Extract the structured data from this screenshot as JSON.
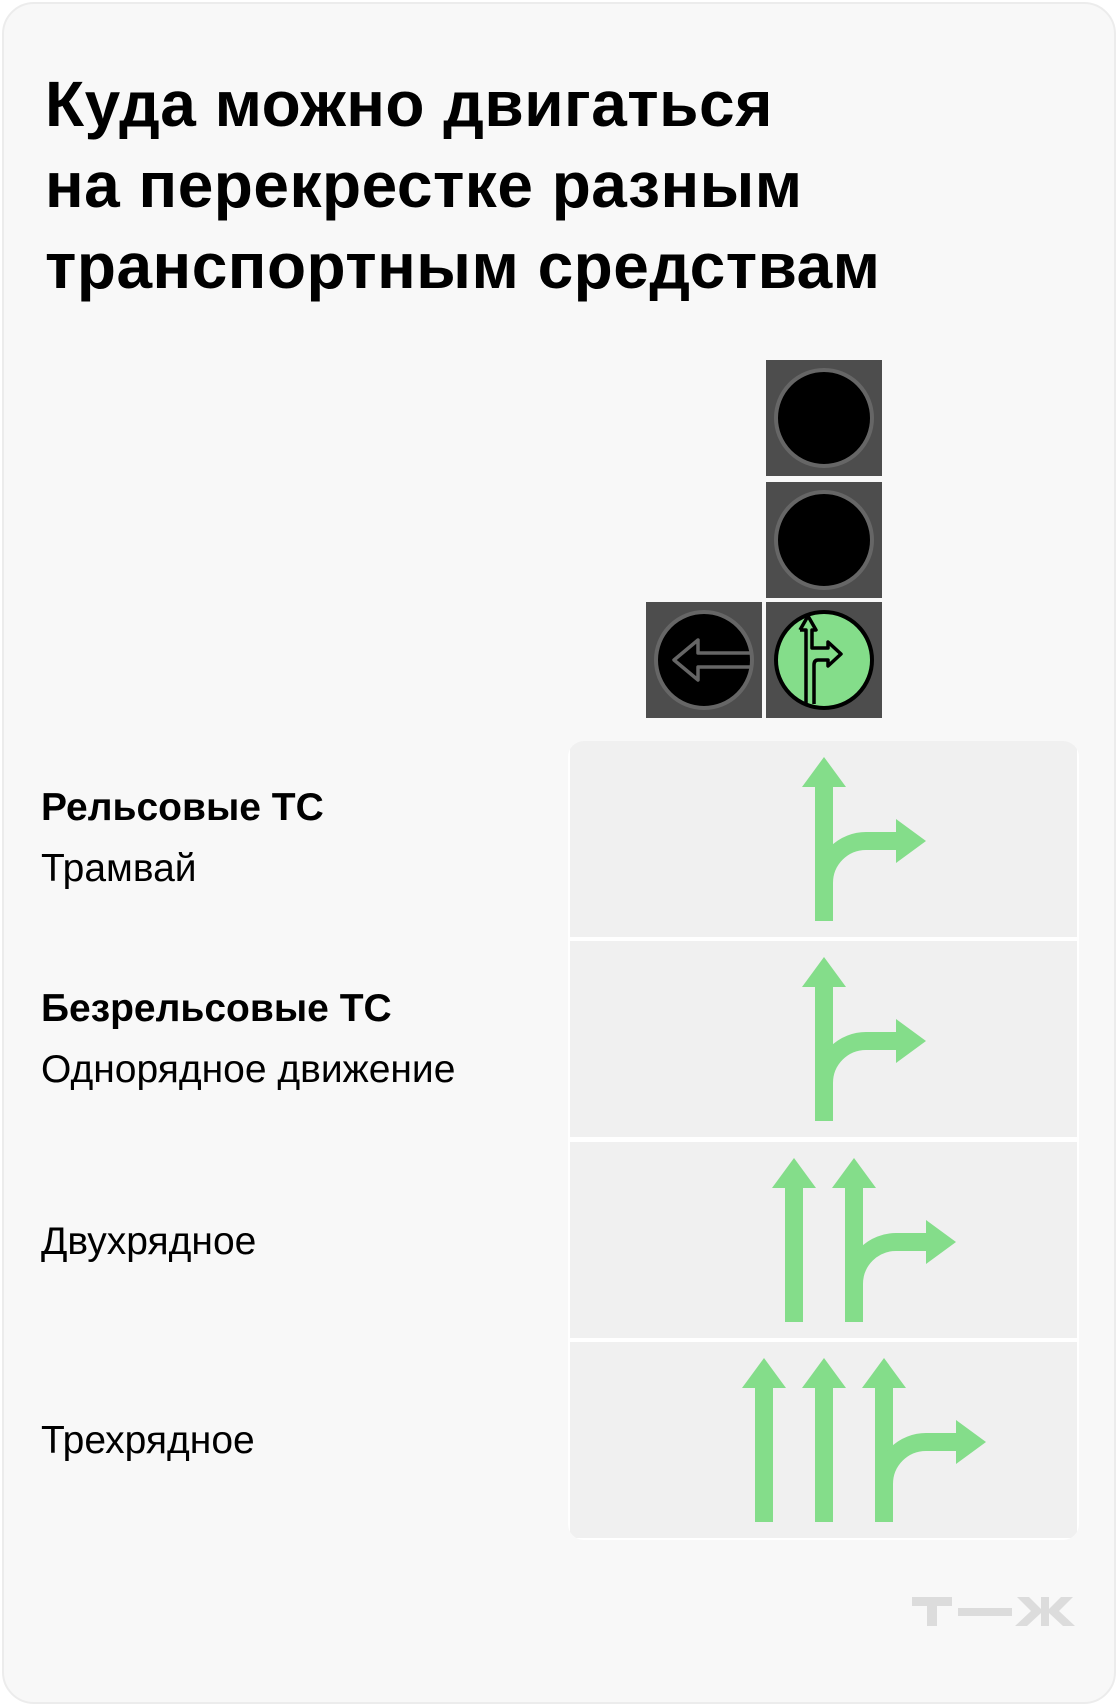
{
  "title": {
    "lines": [
      "Куда можно двигаться",
      "на перекрестке разным",
      "транспортным средствам"
    ]
  },
  "traffic_light": {
    "sections": [
      "red-off",
      "yellow-off",
      "green-straight-right-on",
      "left-arrow-off"
    ]
  },
  "rows": [
    {
      "heading": "Рельсовые ТС",
      "subtitle": "Трамвай",
      "lanes": 1
    },
    {
      "heading": "Безрельсовые ТС",
      "subtitle": "Однорядное движение",
      "lanes": 1
    },
    {
      "subtitle": "Двухрядное",
      "lanes": 2
    },
    {
      "subtitle": "Трехрядное",
      "lanes": 3
    }
  ],
  "logo": "Т—Ж",
  "colors": {
    "green": "#84dd8a",
    "housing": "#4d4d4d",
    "lamp_off": "#000000",
    "lamp_rim": "#666666",
    "logo": "#dcdcdc"
  }
}
